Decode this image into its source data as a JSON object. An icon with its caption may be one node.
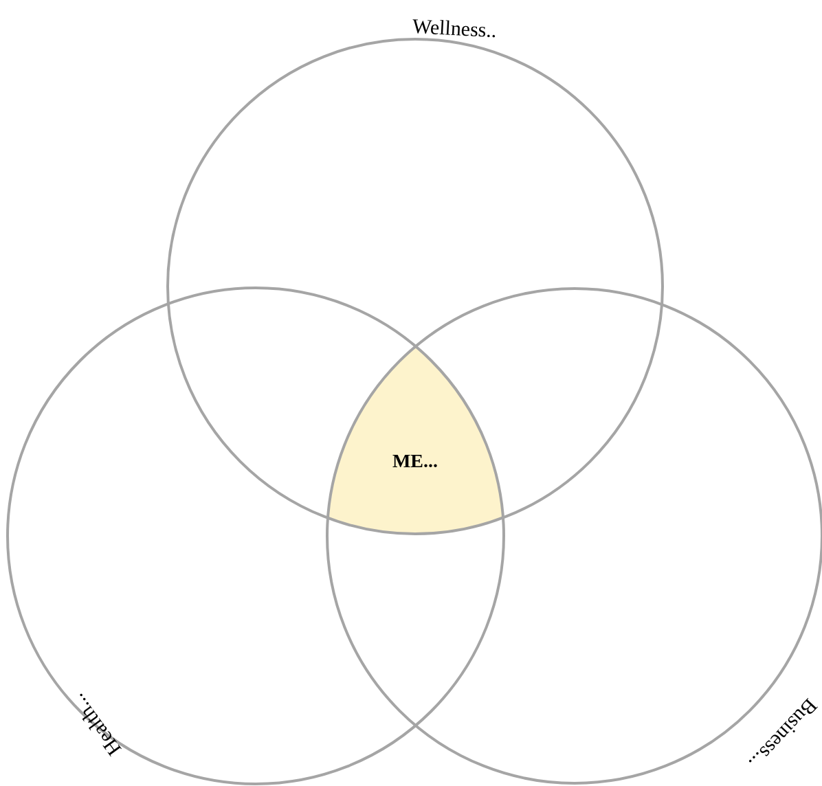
{
  "diagram": {
    "nodes": [
      {
        "text": [
          "Wellness.."
        ]
      },
      {
        "text": [
          "Health..."
        ]
      },
      {
        "text": [
          "Business..."
        ]
      },
      {
        "text": [
          "ME..."
        ]
      }
    ]
  }
}
